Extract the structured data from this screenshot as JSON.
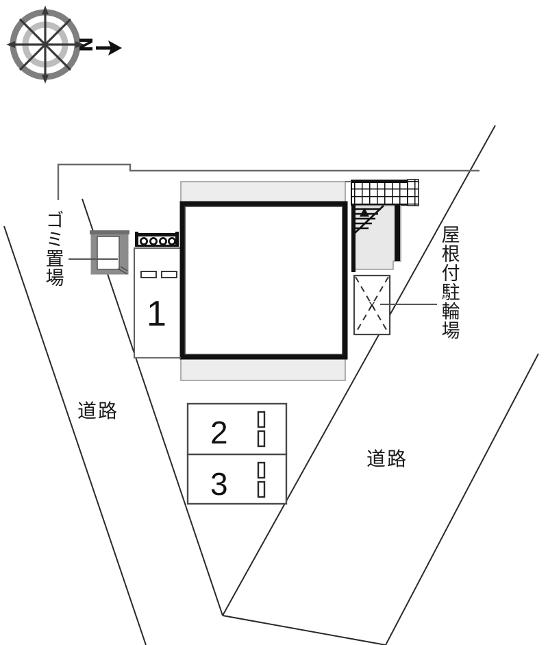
{
  "plan": {
    "compass": {
      "north_label": "N",
      "icon": "compass-rose-icon",
      "ring_color": "#7a7a7a",
      "ring_color_light": "#b9b9b9",
      "needle_color": "#333333"
    },
    "labels": {
      "gomi_oki_ba": "ゴミ置場",
      "yane_tsuki_chuurinjou": "屋根付駐輪場",
      "road_left": "道路",
      "road_right": "道路"
    },
    "parking_stalls": [
      {
        "number": "1"
      },
      {
        "number": "2"
      },
      {
        "number": "3"
      }
    ],
    "bicycle_parking_marker": "x",
    "colors": {
      "line": "#1a1a1a",
      "thin_line": "#555555",
      "balcony_fill": "#ededed",
      "wall_fill": "#8c8c8c",
      "building_outline": "#111111",
      "background": "#ffffff",
      "landing_fill": "#e8e8e8"
    }
  }
}
